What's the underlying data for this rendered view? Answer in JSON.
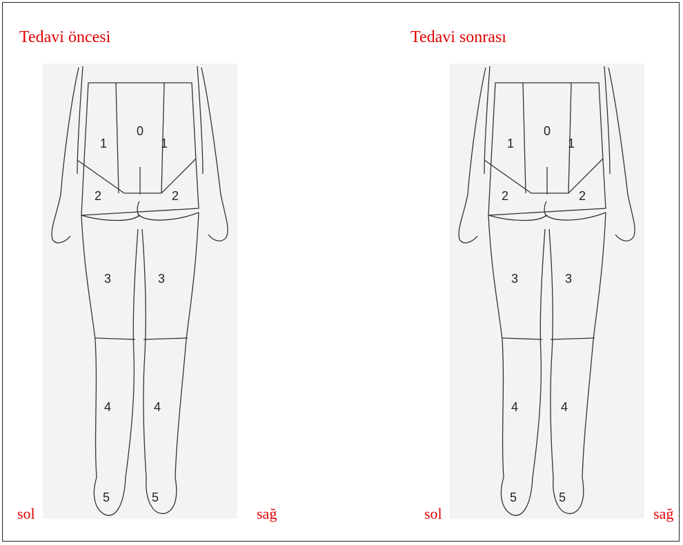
{
  "panels": [
    {
      "title": "Tedavi öncesi",
      "left_label": "sol",
      "right_label": "sağ",
      "zones": [
        {
          "id": "back-center",
          "label": "0"
        },
        {
          "id": "back-left",
          "label": "1"
        },
        {
          "id": "back-right",
          "label": "1"
        },
        {
          "id": "buttock-left",
          "label": "2"
        },
        {
          "id": "buttock-right",
          "label": "2"
        },
        {
          "id": "thigh-left",
          "label": "3"
        },
        {
          "id": "thigh-right",
          "label": "3"
        },
        {
          "id": "calf-left",
          "label": "4"
        },
        {
          "id": "calf-right",
          "label": "4"
        },
        {
          "id": "foot-left",
          "label": "5"
        },
        {
          "id": "foot-right",
          "label": "5"
        }
      ]
    },
    {
      "title": "Tedavi sonrası",
      "left_label": "sol",
      "right_label": "sağ",
      "zones": [
        {
          "id": "back-center",
          "label": "0"
        },
        {
          "id": "back-left",
          "label": "1"
        },
        {
          "id": "back-right",
          "label": "1"
        },
        {
          "id": "buttock-left",
          "label": "2"
        },
        {
          "id": "buttock-right",
          "label": "2"
        },
        {
          "id": "thigh-left",
          "label": "3"
        },
        {
          "id": "thigh-right",
          "label": "3"
        },
        {
          "id": "calf-left",
          "label": "4"
        },
        {
          "id": "calf-right",
          "label": "4"
        },
        {
          "id": "foot-left",
          "label": "5"
        },
        {
          "id": "foot-right",
          "label": "5"
        }
      ]
    }
  ],
  "colors": {
    "label_red": "#e00000",
    "outline": "#333333",
    "panel_bg": "#f3f3f3"
  }
}
